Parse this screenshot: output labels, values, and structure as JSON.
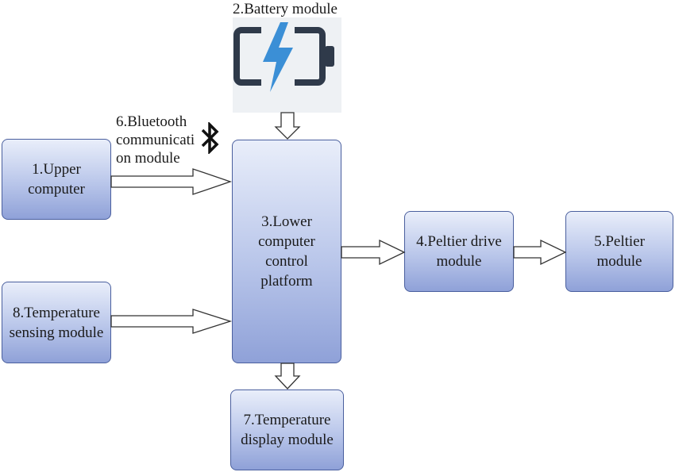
{
  "battery": {
    "label": "2.Battery module",
    "icon": "battery-charging-icon",
    "colors": {
      "body": "#2f3a4a",
      "bolt": "#3b8fd6"
    }
  },
  "bluetooth": {
    "line1": "6.Bluetooth",
    "line2": "communicati",
    "line3": "on module",
    "icon": "bluetooth-icon"
  },
  "boxes": {
    "upper_computer": {
      "line1": "1.Upper",
      "line2": "computer"
    },
    "lower_computer": {
      "line1": "3.Lower",
      "line2": "computer",
      "line3": "control",
      "line4": "platform"
    },
    "peltier_drive": {
      "line1": "4.Peltier drive",
      "line2": "module"
    },
    "peltier": {
      "line1": "5.Peltier",
      "line2": "module"
    },
    "temp_display": {
      "line1": "7.Temperature",
      "line2": "display module"
    },
    "temp_sensing": {
      "line1": "8.Temperature",
      "line2": "sensing module"
    }
  },
  "colors": {
    "box_border": "#4a5f9e",
    "box_top": "#e9eefa",
    "box_bottom": "#8fa1d8",
    "arrow": "#333333"
  }
}
